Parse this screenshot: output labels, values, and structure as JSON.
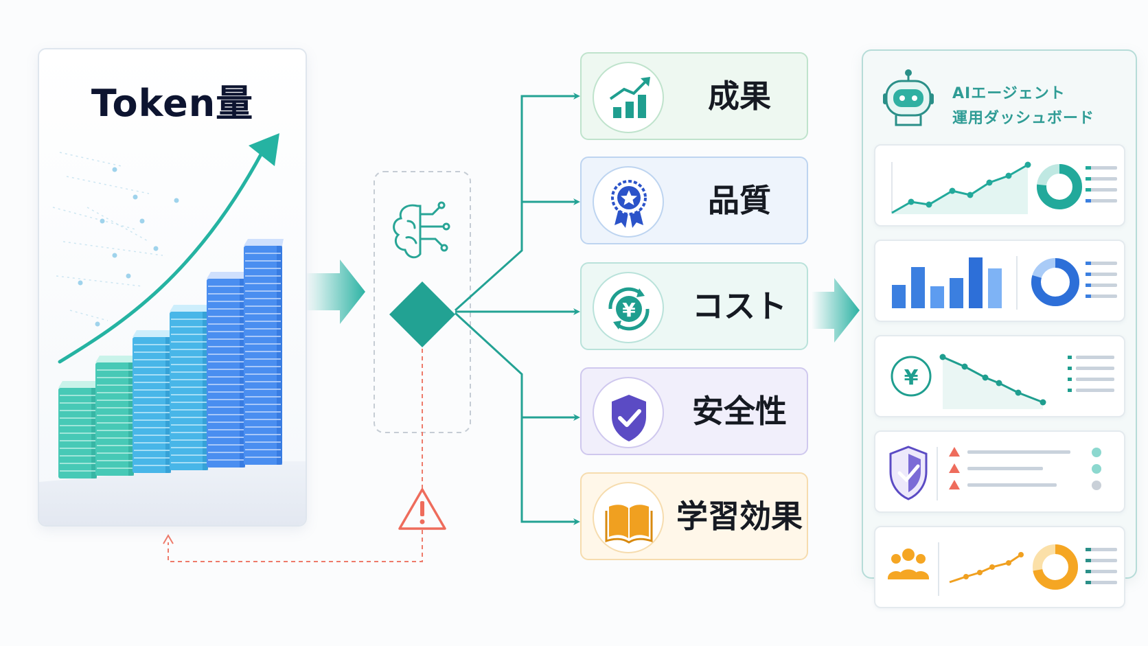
{
  "token_panel": {
    "title": "Token量",
    "bars": [
      {
        "value": 12,
        "color": "teal"
      },
      {
        "value": 15,
        "color": "teal"
      },
      {
        "value": 18,
        "color": "sky"
      },
      {
        "value": 21,
        "color": "sky"
      },
      {
        "value": 25,
        "color": "blue"
      },
      {
        "value": 29,
        "color": "blue"
      }
    ],
    "trend": "increasing"
  },
  "decision_node": {
    "icon": "brain-circuit-icon",
    "shape": "diamond",
    "warning_icon": "warning-triangle-icon",
    "feedback": "dashed-loop-to-token-panel"
  },
  "outcomes": [
    {
      "label": "成果",
      "icon": "growth-chart-icon",
      "accent": "#1f9e8f"
    },
    {
      "label": "品質",
      "icon": "quality-badge-icon",
      "accent": "#2b53c9"
    },
    {
      "label": "コスト",
      "icon": "yen-coin-icon",
      "accent": "#1f9e8f"
    },
    {
      "label": "安全性",
      "icon": "shield-check-icon",
      "accent": "#5b4bc4"
    },
    {
      "label": "学習効果",
      "icon": "open-book-icon",
      "accent": "#f0a020"
    }
  ],
  "dashboard": {
    "title_line1": "AIエージェント",
    "title_line2": "運用ダッシュボード",
    "icon": "robot-icon",
    "panels": [
      {
        "kind": "line-and-donut",
        "icon": "",
        "color": "#22a99b"
      },
      {
        "kind": "bar-and-donut",
        "icon": "",
        "color": "#3b7fe0"
      },
      {
        "kind": "yen-declining-line",
        "icon": "yen-coin-icon",
        "color": "#1f9e8f"
      },
      {
        "kind": "shield-alerts",
        "icon": "shield-check-icon",
        "color": "#5b4bc4"
      },
      {
        "kind": "people-line-donut",
        "icon": "people-icon",
        "color": "#f0a020"
      }
    ]
  }
}
